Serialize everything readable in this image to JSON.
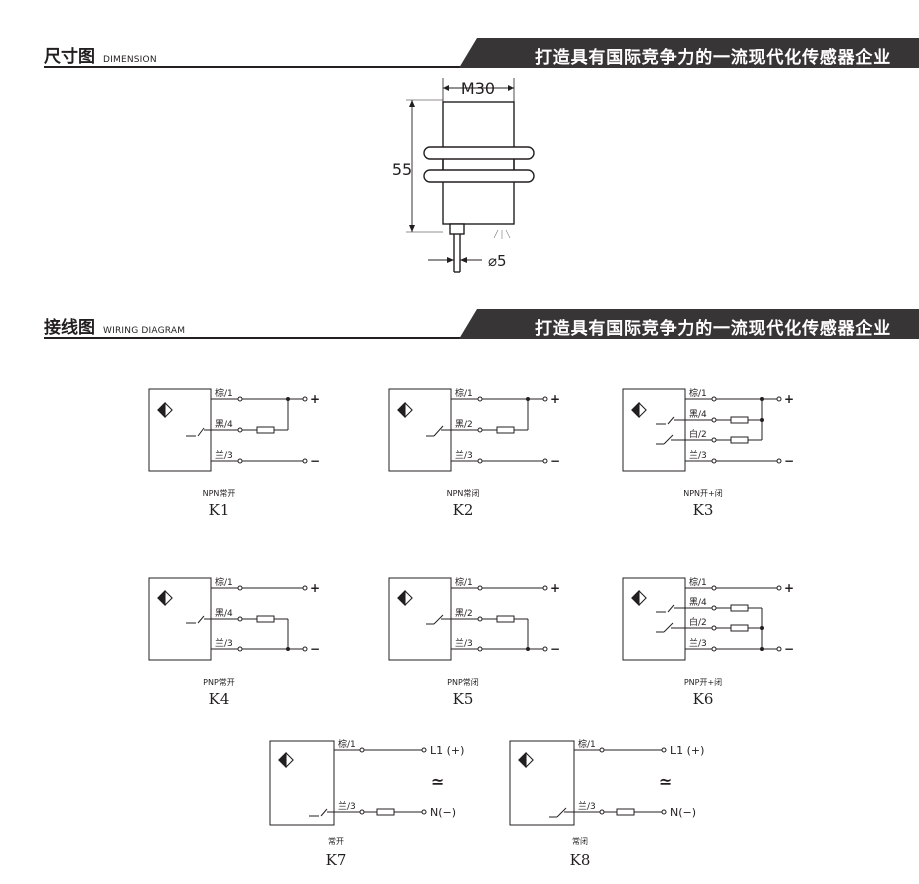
{
  "slogan": "打造具有国际竞争力的一流现代化传感器企业",
  "dimension": {
    "title": "尺寸图",
    "subtitle": "DIMENSION",
    "thread": "M30",
    "length": "55",
    "cable": "⌀5"
  },
  "wiring": {
    "title": "接线图",
    "subtitle": "WIRING DIAGRAM",
    "wire_brown": "棕/1",
    "wire_black": "黑/4",
    "wire_black2": "黑/2",
    "wire_blue": "兰/3",
    "wire_white": "白/2",
    "plus": "+",
    "minus": "−",
    "ac_l": "L1 (+)",
    "ac_n": "N(−)",
    "ac_sym": "≃",
    "diagrams": [
      {
        "id": "K1",
        "caption": "NPN常开"
      },
      {
        "id": "K2",
        "caption": "NPN常闭"
      },
      {
        "id": "K3",
        "caption": "NPN开+闭"
      },
      {
        "id": "K4",
        "caption": "PNP常开"
      },
      {
        "id": "K5",
        "caption": "PNP常闭"
      },
      {
        "id": "K6",
        "caption": "PNP开+闭"
      },
      {
        "id": "K7",
        "caption": "常开"
      },
      {
        "id": "K8",
        "caption": "常闭"
      }
    ]
  }
}
